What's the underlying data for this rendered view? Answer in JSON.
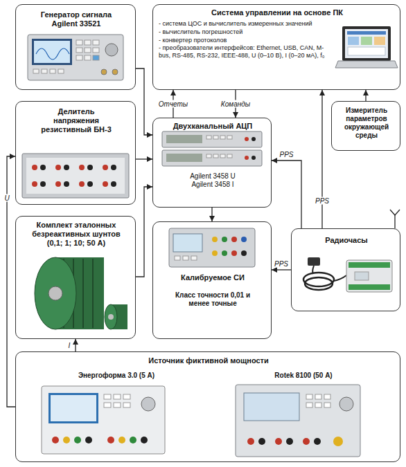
{
  "diagram": {
    "nodes": [
      {
        "text": [
          "Генератор сигнала Agilent 33521"
        ]
      },
      {
        "text": [
          "Система управлении на основе ПК",
          "- система ЦОС и вычислитель измеренных значений",
          "- вычислитель погрешностей",
          "- конвертер протоколов",
          "- преобразователи интерфейсов: Ethernet, USB, CAN, M-bus, RS-485, RS-232, IEEE-488, U (0–10 В), I (0–20 мА), f₀"
        ]
      },
      {
        "text": [
          "Делитель напряжения резистивный БН-3"
        ]
      },
      {
        "text": [
          "Двухканальный АЦП",
          "Agilent 3458 U Agilent 3458 I"
        ]
      },
      {
        "text": [
          "Измеритель параметров окружающей среды"
        ]
      },
      {
        "text": [
          "Комплект эталонных безреактивных шунтов (0,1; 1; 10; 50 А)"
        ]
      },
      {
        "text": [
          "Калибруемое СИ",
          "Класс точности 0,01 и менее точные"
        ]
      },
      {
        "text": [
          "Радиочасы"
        ]
      },
      {
        "text": [
          "Источник фиктивной мощности",
          "Энергоформа 3.0 (5 А)",
          "Rotek 8100 (50 А)"
        ]
      }
    ],
    "edges": [
      {
        "from": 0,
        "to": 3,
        "arrow": "to"
      },
      {
        "from": 3,
        "to": 1,
        "label": "Отчеты",
        "arrow": "to"
      },
      {
        "from": 1,
        "to": 3,
        "label": "Команды",
        "arrow": "to"
      },
      {
        "from": 2,
        "to": 3,
        "arrow": "to"
      },
      {
        "from": 4,
        "to": 1,
        "arrow": "to"
      },
      {
        "from": 7,
        "to": 3,
        "label": "PPS",
        "arrow": "to"
      },
      {
        "from": 7,
        "to": 1,
        "label": "PPS",
        "arrow": "to"
      },
      {
        "from": 5,
        "to": 3,
        "arrow": "to"
      },
      {
        "from": 3,
        "to": 6,
        "arrow": "to"
      },
      {
        "from": 7,
        "to": 6,
        "label": "PPS",
        "arrow": "to"
      },
      {
        "from": 8,
        "to": 5,
        "label": "I",
        "arrow": "to"
      },
      {
        "from": 8,
        "to": 2,
        "label": "U",
        "arrow": "to"
      }
    ]
  }
}
